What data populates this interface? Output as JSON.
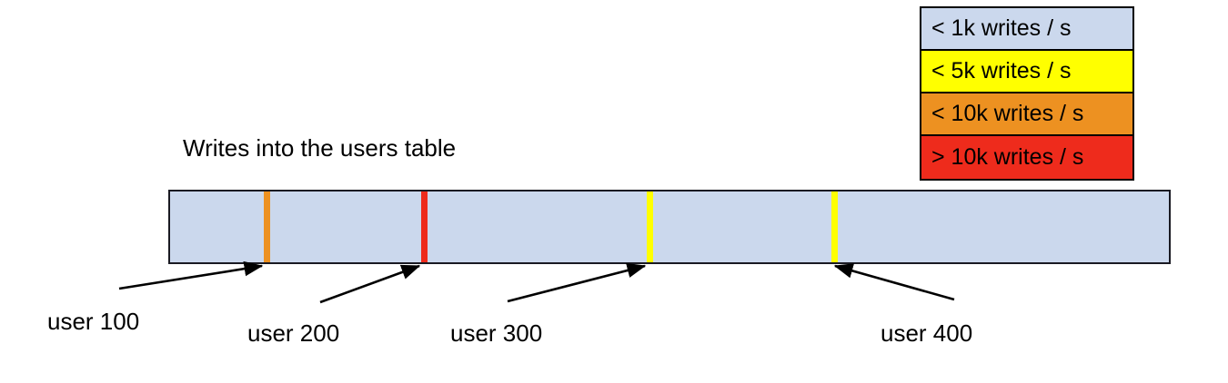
{
  "chart_data": {
    "type": "bar",
    "title": "Writes into the users table",
    "xlabel": "",
    "ylabel": "",
    "orientation": "horizontal-segmented-keyspace",
    "description": "A single horizontal keyspace range for the users table, shaded by write-throughput class, with colored split markers at four user-key boundaries.",
    "default_segment_class": "< 1k writes / s",
    "default_segment_color": "#cbd8ed",
    "axis_range_labels": [
      "user 100",
      "user 200",
      "user 300",
      "user 400"
    ],
    "markers": [
      {
        "label": "user 100",
        "color": "#ed9121",
        "class": "< 10k writes / s",
        "position_pct": 9.6
      },
      {
        "label": "user 200",
        "color": "#ee2b1c",
        "class": "> 10k writes / s",
        "position_pct": 25.2
      },
      {
        "label": "user 300",
        "color": "#ffff00",
        "class": "< 5k writes / s",
        "position_pct": 47.8
      },
      {
        "label": "user 400",
        "color": "#ffff00",
        "class": "< 5k writes / s",
        "position_pct": 66.2
      }
    ],
    "legend_position": "top-right",
    "grid": false
  },
  "legend": {
    "name": "write-throughput-legend",
    "rows": [
      {
        "label": "< 1k writes / s",
        "color": "#cbd8ed"
      },
      {
        "label": "< 5k writes / s",
        "color": "#ffff00"
      },
      {
        "label": "< 10k writes / s",
        "color": "#ed9121"
      },
      {
        "label": "> 10k writes / s",
        "color": "#ee2b1c"
      }
    ]
  },
  "chart": {
    "title": "Writes into the users table",
    "bar": {
      "fill_color": "#cbd8ed",
      "border_color": "#1a1a22"
    },
    "markers": [
      {
        "label": "user 100",
        "color": "#ed9121"
      },
      {
        "label": "user 200",
        "color": "#ee2b1c"
      },
      {
        "label": "user 300",
        "color": "#ffff00"
      },
      {
        "label": "user 400",
        "color": "#ffff00"
      }
    ],
    "callouts": [
      {
        "label": "user 100"
      },
      {
        "label": "user 200"
      },
      {
        "label": "user 300"
      },
      {
        "label": "user 400"
      }
    ]
  }
}
